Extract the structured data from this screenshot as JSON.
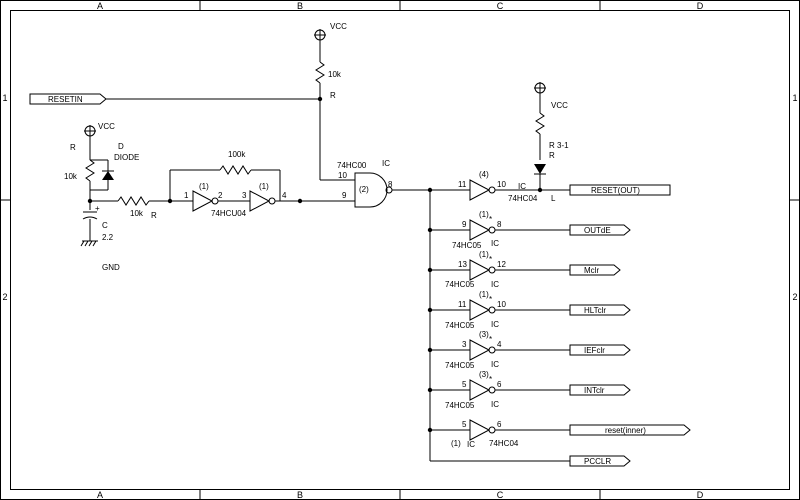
{
  "sheet": {
    "columns": [
      "A",
      "B",
      "C",
      "D"
    ],
    "rows": [
      "1",
      "2"
    ]
  },
  "labels": {
    "vcc": "VCC",
    "gnd": "GND",
    "r": "R",
    "ic": "IC",
    "l": "L",
    "d": "D",
    "diode": "DIODE",
    "c": "C",
    "c_val": "2.2",
    "plus": "+",
    "r_10k": "10k",
    "r_100k": "100k",
    "r3": "R 3-1",
    "hc00": "74HC00",
    "hcu04": "74HCU04",
    "hc04": "74HC04",
    "hc05": "74HC05",
    "star": "*",
    "u1": "(1)",
    "u2": "(2)",
    "u3": "(3)",
    "u4": "(4)",
    "p1": "1",
    "p2": "2",
    "p3": "3",
    "p4": "4",
    "p5": "5",
    "p6": "6",
    "p8": "8",
    "p9": "9",
    "p10": "10",
    "p11": "11",
    "p12": "12",
    "p13": "13"
  },
  "ports": {
    "resetin": "RESETIN",
    "reset_out": "RESET(OUT)",
    "outde": "OUTdE",
    "mclr": "Mclr",
    "hltclr": "HLTclr",
    "iefclr": "IEFclr",
    "intclr": "INTclr",
    "reset_inner": "reset(inner)",
    "pcclr": "PCCLR"
  }
}
